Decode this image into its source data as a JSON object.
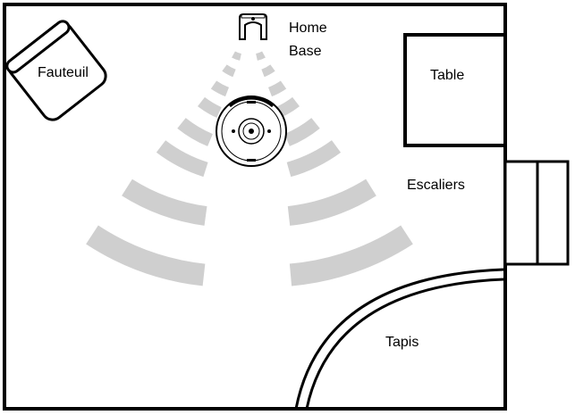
{
  "labels": {
    "armchair": "Fauteuil",
    "home_base_line1": "Home",
    "home_base_line2": "Base",
    "table": "Table",
    "stairs": "Escaliers",
    "rug": "Tapis"
  },
  "colors": {
    "walls": "#000000",
    "signal_arcs": "#cfcfcf",
    "background": "#ffffff"
  },
  "icons": {
    "dock": "home-base-dock-icon",
    "robot": "robot-vacuum-icon"
  }
}
